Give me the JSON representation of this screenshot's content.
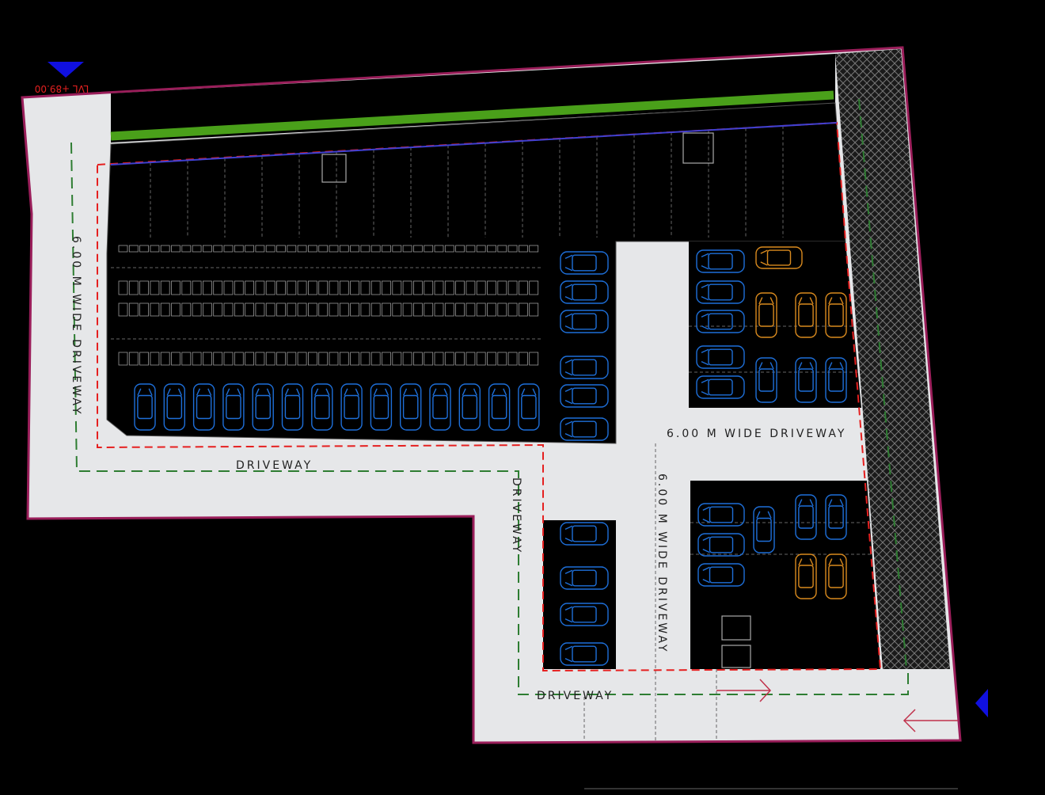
{
  "drawing": {
    "level_label": "LVL +89.00",
    "labels": {
      "left_driveway": "6.00 M WIDE DRIVEWAY",
      "right_horizontal_driveway": "6.00 M WIDE DRIVEWAY",
      "center_vertical_driveway": "6.00 M WIDE DRIVEWAY",
      "bottom_driveway": "DRIVEWAY",
      "middle_vertical_driveway": "DRIVEWAY",
      "lower_driveway": "DRIVEWAY"
    },
    "colors": {
      "background": "#000000",
      "driveway": "#e6e7e9",
      "site_boundary": "#9a1e5a",
      "setback_line": "#e52020",
      "green_line": "#2e7d32",
      "landscape": "#4aa01a",
      "car_standard": "#1e6fd9",
      "car_highlight": "#d98a1e",
      "level_marker": "#1010e0"
    }
  }
}
